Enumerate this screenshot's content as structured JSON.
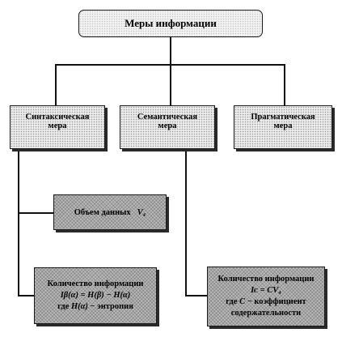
{
  "root": {
    "label": "Меры информации"
  },
  "measures": {
    "syntactic": {
      "line1": "Синтаксическая",
      "line2": "мера"
    },
    "semantic": {
      "line1": "Семантическая",
      "line2": "мера"
    },
    "pragmatic": {
      "line1": "Прагматическая",
      "line2": "мера"
    }
  },
  "syntactic_children": {
    "data_volume": {
      "label": "Объем данных",
      "symbol": "V₄"
    },
    "information": {
      "line1": "Количество информации",
      "line2": "Iβ(α) = H(β) − H(α)",
      "line3_prefix": "где",
      "line3_formula": "H(α)",
      "line3_suffix": "− энтропия"
    }
  },
  "semantic_children": {
    "information": {
      "line1": "Количество информации",
      "line2": "Iᴄ = CV₄",
      "line3_prefix": "где",
      "line3_symbol": "C",
      "line3_suffix": "− коэффициент",
      "line4": "содержательности"
    }
  }
}
